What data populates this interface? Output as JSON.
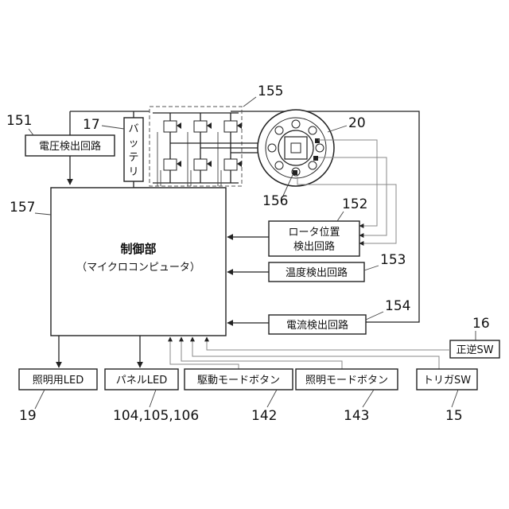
{
  "refs": {
    "r151": "151",
    "r17": "17",
    "r155": "155",
    "r20": "20",
    "r157": "157",
    "r156": "156",
    "r152": "152",
    "r153": "153",
    "r154": "154",
    "r16": "16",
    "r19": "19",
    "r104": "104,105,106",
    "r142": "142",
    "r143": "143",
    "r15": "15"
  },
  "blocks": {
    "voltage": "電圧検出回路",
    "battery": "バッテリ",
    "control_title": "制御部",
    "control_sub": "（マイクロコンピュータ）",
    "rotor_line1": "ロータ位置",
    "rotor_line2": "検出回路",
    "temp": "温度検出回路",
    "current": "電流検出回路",
    "fwdrev": "正逆SW",
    "light_led": "照明用LED",
    "panel_led": "パネルLED",
    "drive_btn": "駆動モードボタン",
    "light_btn": "照明モードボタン",
    "trigger": "トリガSW"
  }
}
